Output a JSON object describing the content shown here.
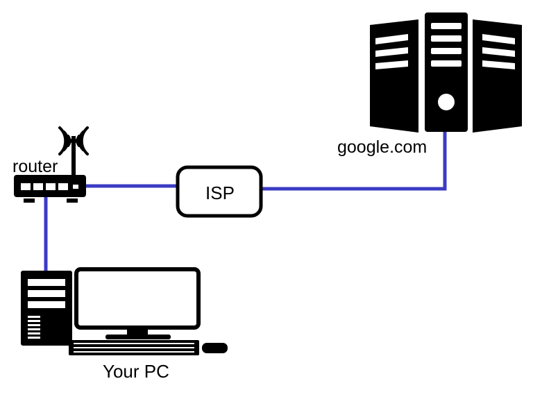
{
  "labels": {
    "router": "router",
    "isp": "ISP",
    "server": "google.com",
    "pc": "Your PC"
  },
  "colors": {
    "link": "#3b3bc4",
    "device": "#000000",
    "background": "#ffffff"
  },
  "icons": [
    "wifi-router-icon",
    "server-rack-icon",
    "desktop-tower-icon",
    "monitor-icon",
    "keyboard-icon",
    "mouse-icon"
  ]
}
